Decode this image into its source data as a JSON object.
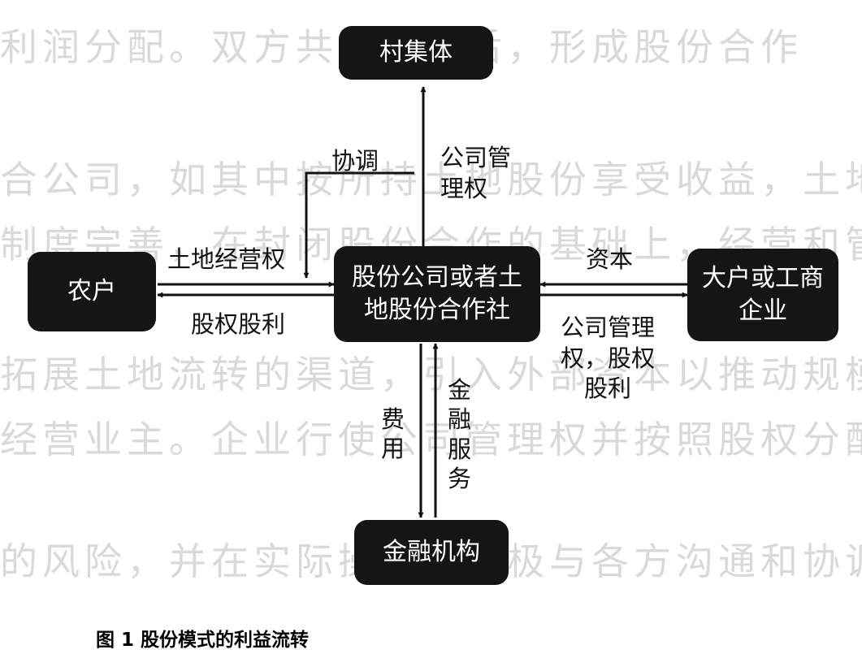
{
  "nodes": {
    "village": "村集体",
    "farmer": "农户",
    "center_line1": "股份公司或者土",
    "center_line2": "地股份合作社",
    "enterprise_line1": "大户或工商",
    "enterprise_line2": "企业",
    "finance": "金融机构"
  },
  "edges": {
    "coordinate": "协调",
    "management_line1": "公司管",
    "management_line2": "理权",
    "land_rights": "土地经营权",
    "equity_dividend": "股权股利",
    "capital": "资本",
    "enterprise_return_line1": "公司管理",
    "enterprise_return_line2": "权，股权",
    "enterprise_return_line3": "股利",
    "fee": "费用",
    "financial_service": "金融服务"
  },
  "caption": "图 1 股份模式的利益流转",
  "background_text": [
    "利润分配。双方共同协商后，形成股份合作",
    "合公司，如其中按所持土地股份享受收益，土地合",
    "制度完善，在封闭股份合作的基础上，经营和管理",
    "拓展土地流转的渠道，引入外部资本以推动规模",
    "经营业主。企业行使公司管理权并按照股权分配",
    "的风险，并在实际操作中积极与各方沟通和协调"
  ]
}
